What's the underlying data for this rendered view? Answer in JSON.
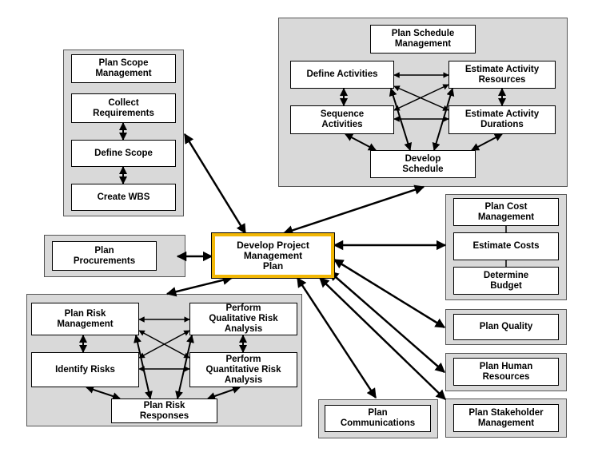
{
  "colors": {
    "central_border": "#f2b705",
    "group_fill": "#d9d9d9",
    "arrow": "#000000"
  },
  "nodes": {
    "develop_pm_plan": "Develop Project\nManagement\nPlan",
    "plan_scope_mgmt": "Plan Scope\nManagement",
    "collect_requirements": "Collect\nRequirements",
    "define_scope": "Define Scope",
    "create_wbs": "Create WBS",
    "plan_schedule_mgmt": "Plan Schedule\nManagement",
    "define_activities": "Define Activities",
    "estimate_activity_resources": "Estimate Activity\nResources",
    "sequence_activities": "Sequence\nActivities",
    "estimate_activity_durations": "Estimate Activity\nDurations",
    "develop_schedule": "Develop\nSchedule",
    "plan_cost_mgmt": "Plan Cost\nManagement",
    "estimate_costs": "Estimate Costs",
    "determine_budget": "Determine\nBudget",
    "plan_procurements": "Plan\nProcurements",
    "plan_risk_mgmt": "Plan Risk\nManagement",
    "qualitative_risk": "Perform\nQualitative Risk\nAnalysis",
    "identify_risks": "Identify Risks",
    "quantitative_risk": "Perform\nQuantitative Risk\nAnalysis",
    "plan_risk_responses": "Plan Risk\nResponses",
    "plan_quality": "Plan Quality",
    "plan_human_resources": "Plan Human\nResources",
    "plan_communications": "Plan\nCommunications",
    "plan_stakeholder_mgmt": "Plan Stakeholder\nManagement"
  }
}
